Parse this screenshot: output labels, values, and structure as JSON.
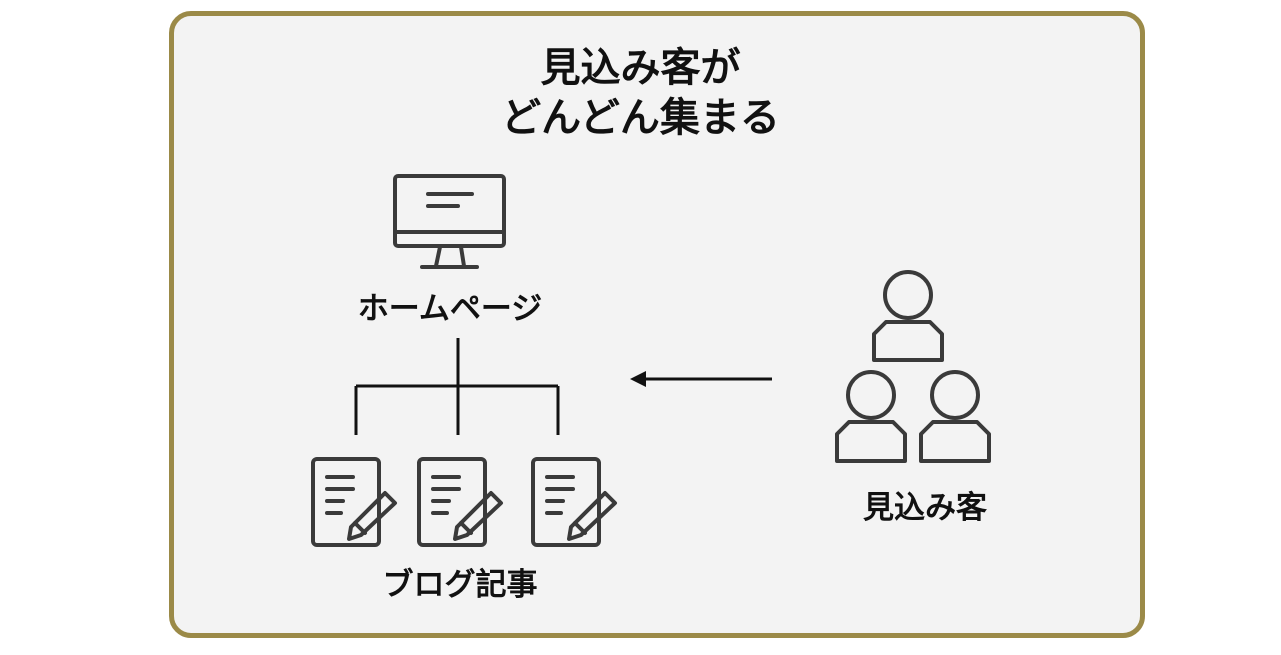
{
  "title": {
    "line1": "見込み客が",
    "line2": "どんどん集まる"
  },
  "nodes": {
    "homepage": {
      "label": "ホームページ",
      "icon": "monitor-icon"
    },
    "blog": {
      "label": "ブログ記事",
      "icon": "document-edit-icon",
      "count": 3
    },
    "leads": {
      "label": "見込み客",
      "icon": "people-group-icon",
      "count": 3
    }
  },
  "connector": {
    "from": "leads",
    "to": "homepage",
    "style": "arrow-left"
  },
  "colors": {
    "border": "#9b8a48",
    "background": "#f3f3f3",
    "icon_stroke": "#3a3a3a",
    "text": "#111111"
  }
}
